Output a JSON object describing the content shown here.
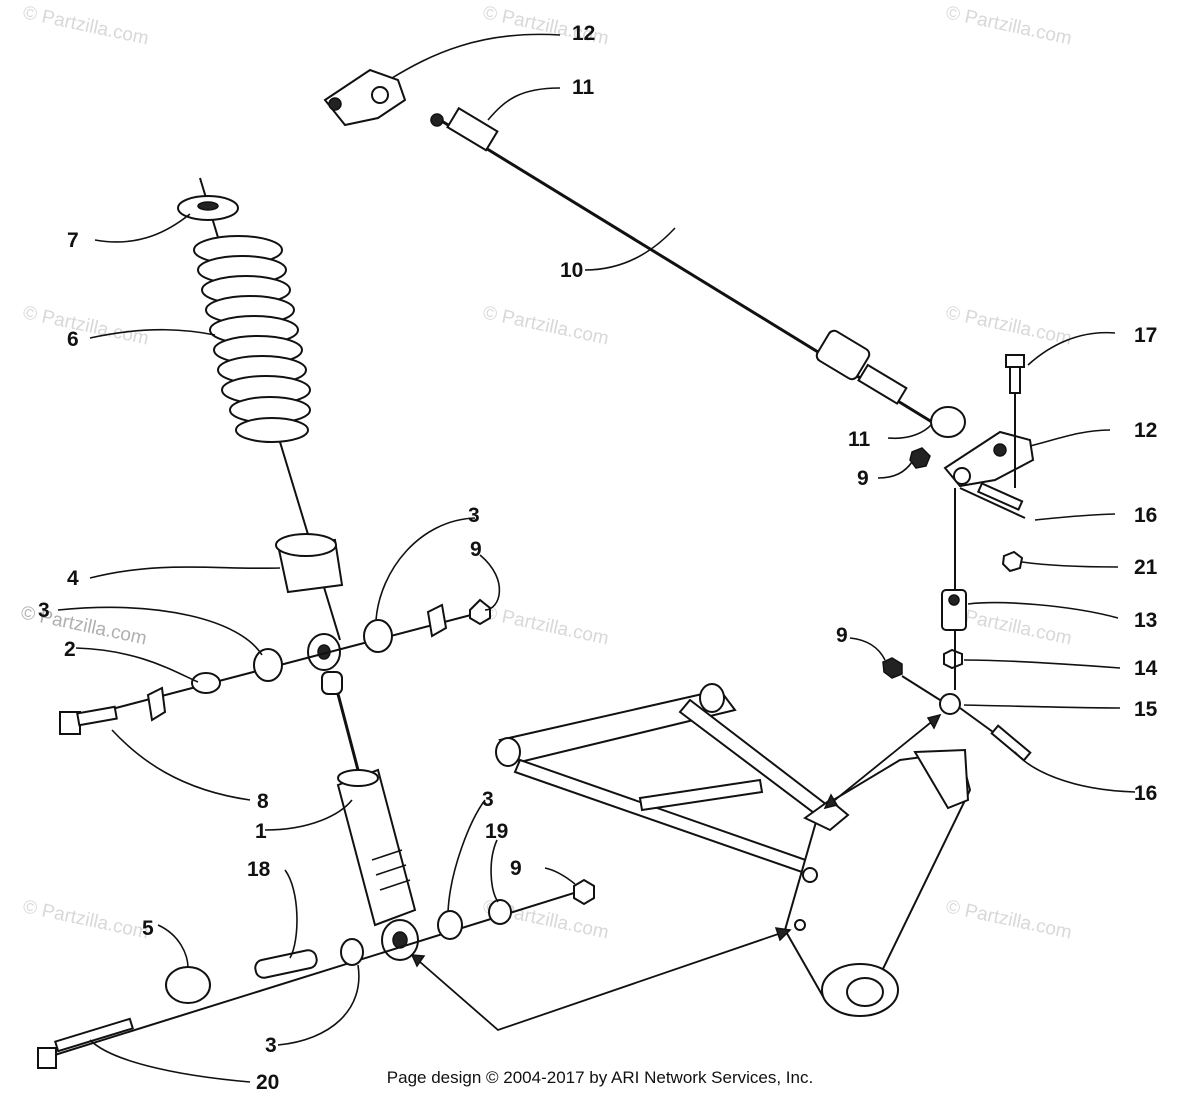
{
  "diagram": {
    "callouts": [
      {
        "id": "c12a",
        "text": "12"
      },
      {
        "id": "c11a",
        "text": "11"
      },
      {
        "id": "c7",
        "text": "7"
      },
      {
        "id": "c10",
        "text": "10"
      },
      {
        "id": "c6",
        "text": "6"
      },
      {
        "id": "c17",
        "text": "17"
      },
      {
        "id": "c11b",
        "text": "11"
      },
      {
        "id": "c12b",
        "text": "12"
      },
      {
        "id": "c9a",
        "text": "9"
      },
      {
        "id": "c16a",
        "text": "16"
      },
      {
        "id": "c3a",
        "text": "3"
      },
      {
        "id": "c9b",
        "text": "9"
      },
      {
        "id": "c4",
        "text": "4"
      },
      {
        "id": "c21",
        "text": "21"
      },
      {
        "id": "c3b",
        "text": "3"
      },
      {
        "id": "c2",
        "text": "2"
      },
      {
        "id": "c13",
        "text": "13"
      },
      {
        "id": "c9c",
        "text": "9"
      },
      {
        "id": "c14",
        "text": "14"
      },
      {
        "id": "c15",
        "text": "15"
      },
      {
        "id": "c8",
        "text": "8"
      },
      {
        "id": "c16b",
        "text": "16"
      },
      {
        "id": "c3c",
        "text": "3"
      },
      {
        "id": "c1",
        "text": "1"
      },
      {
        "id": "c19",
        "text": "19"
      },
      {
        "id": "c18",
        "text": "18"
      },
      {
        "id": "c9d",
        "text": "9"
      },
      {
        "id": "c5",
        "text": "5"
      },
      {
        "id": "c3d",
        "text": "3"
      },
      {
        "id": "c20",
        "text": "20"
      }
    ],
    "watermark": "© Partzilla.com",
    "footer": "Page design © 2004-2017 by ARI Network Services, Inc."
  }
}
